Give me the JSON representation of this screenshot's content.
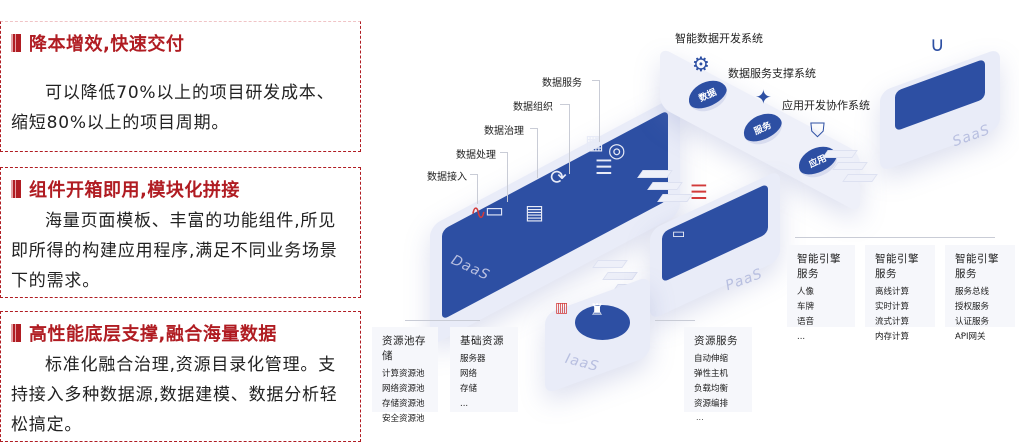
{
  "cards": [
    {
      "title": "降本增效,快速交付",
      "body": "可以降低70%以上的项目研发成本、缩短80%以上的项目周期。"
    },
    {
      "title": "组件开箱即用,模块化拼接",
      "body": "海量页面模板、丰富的功能组件,所见即所得的构建应用程序,满足不同业务场景下的需求。"
    },
    {
      "title": "高性能底层支撑,融合海量数据",
      "body": "标准化融合治理,资源目录化管理。支持接入多种数据源,数据建模、数据分析轻松搞定。"
    }
  ],
  "diagram": {
    "daas": {
      "name": "DaaS",
      "labels": [
        "数据服务",
        "数据组织",
        "数据治理",
        "数据处理",
        "数据接入"
      ]
    },
    "systems": {
      "labels": [
        "智能数据开发系统",
        "数据服务支撑系统",
        "应用开发协作系统"
      ],
      "discs": [
        "数据",
        "服务",
        "应用"
      ]
    },
    "saas": {
      "name": "SaaS"
    },
    "paas": {
      "name": "PaaS",
      "boxes": [
        {
          "title": "智能引擎服务",
          "items": [
            "人像",
            "车牌",
            "语音",
            "..."
          ]
        },
        {
          "title": "智能引擎服务",
          "items": [
            "离线计算",
            "实时计算",
            "流式计算",
            "内存计算"
          ],
          "more": "..."
        },
        {
          "title": "智能引擎服务",
          "items": [
            "服务总线",
            "授权服务",
            "认证服务",
            "API网关"
          ],
          "more": "..."
        }
      ]
    },
    "iaas": {
      "name": "IaaS",
      "boxes": [
        {
          "title": "资源池存储",
          "items": [
            "计算资源池",
            "网络资源池",
            "存储资源池",
            "安全资源池"
          ],
          "more": "..."
        },
        {
          "title": "基础资源",
          "items": [
            "服务器",
            "网络",
            "存储",
            "..."
          ]
        },
        {
          "title": "资源服务",
          "items": [
            "自动伸缩",
            "弹性主机",
            "负载均衡",
            "资源编排"
          ],
          "more": "..."
        }
      ]
    }
  }
}
